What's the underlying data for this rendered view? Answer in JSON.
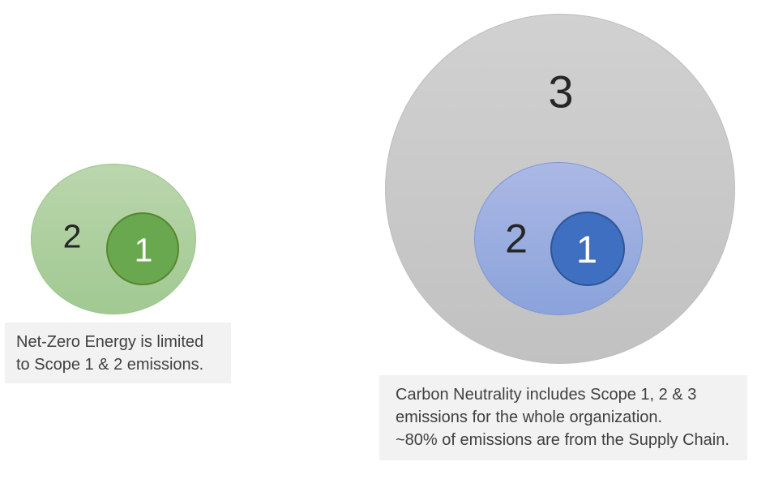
{
  "left_diagram": {
    "outer_label": "2",
    "inner_label": "1",
    "caption_lines": [
      "Net-Zero Energy is limited",
      "to Scope 1 & 2 emissions."
    ]
  },
  "right_diagram": {
    "outer_label": "3",
    "middle_label": "2",
    "inner_label": "1",
    "caption_lines": [
      "Carbon Neutrality includes Scope 1, 2 & 3",
      "emissions for the whole organization.",
      "~80% of emissions are from the Supply Chain."
    ]
  },
  "colors": {
    "page_bg": "#ffffff",
    "green_outer_top": "#bad6ad",
    "green_outer_bottom": "#a1c991",
    "green_outer_border": "#9cc48d",
    "green_inner": "#69a84e",
    "green_inner_border": "#57862f",
    "gray_top": "#d1d1d1",
    "gray_bottom": "#c1c1c1",
    "gray_border": "#bdbdbd",
    "blue_outer_top": "#abb8e5",
    "blue_outer_bottom": "#8aa3da",
    "blue_outer_border": "#7e96d3",
    "blue_inner": "#3e6fc0",
    "blue_inner_border": "#2e5597",
    "caption_bg": "#f2f2f2",
    "caption_text": "#404040",
    "number_dark": "#262626",
    "number_light": "#ffffff"
  }
}
